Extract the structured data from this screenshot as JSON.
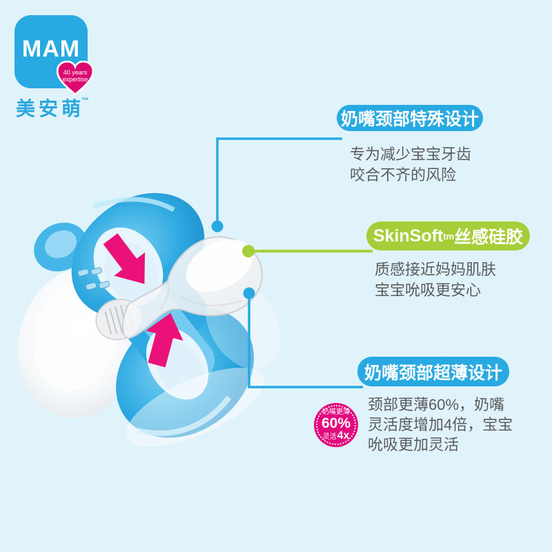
{
  "page": {
    "background": "#e1f3fa"
  },
  "colors": {
    "brand_blue": "#29a9e1",
    "brand_green": "#a6ce39",
    "brand_pink": "#e20a7e",
    "arrow_pink": "#ea1178",
    "body_text_gray": "#5a5b5d"
  },
  "logo": {
    "brand": "MAM",
    "heart_line1": "40 years",
    "heart_line2": "expertise",
    "brand_cn": "美安萌",
    "trademark": "™"
  },
  "callouts": [
    {
      "title": "奶嘴颈部特殊设计",
      "body_line1": "专为减少宝宝牙齿",
      "body_line2": "咬合不齐的风险"
    },
    {
      "title_latin": "SkinSoft",
      "title_sup": "tm",
      "title_cn": "丝感硅胶",
      "body_line1": "质感接近妈妈肌肤",
      "body_line2": "宝宝吮吸更安心"
    },
    {
      "title": "奶嘴颈部超薄设计",
      "body_line1": "颈部更薄60%，奶嘴",
      "body_line2": "灵活度增加4倍，宝宝",
      "body_line3": "吮吸更加灵活"
    }
  ],
  "badge": {
    "top_label": "奶嘴更薄",
    "value": "60%",
    "bottom_label": "灵活",
    "bottom_value": "4x"
  }
}
